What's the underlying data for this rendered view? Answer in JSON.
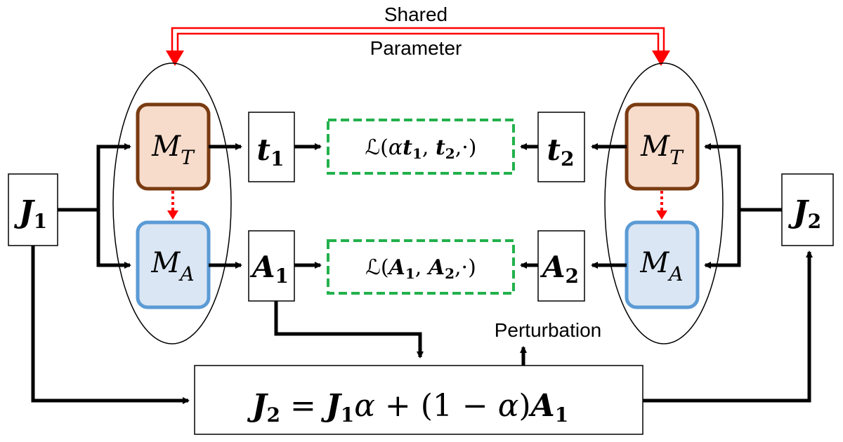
{
  "top_label": {
    "line1": "Shared",
    "line2": "Parameter"
  },
  "inputs": {
    "j1": {
      "base": "J",
      "sub": "1"
    },
    "j2": {
      "base": "J",
      "sub": "2"
    }
  },
  "models": {
    "mt_left": {
      "base": "M",
      "sub": "T"
    },
    "ma_left": {
      "base": "M",
      "sub": "A"
    },
    "mt_right": {
      "base": "M",
      "sub": "T"
    },
    "ma_right": {
      "base": "M",
      "sub": "A"
    }
  },
  "outputs": {
    "t1": {
      "base": "t",
      "sub": "1"
    },
    "t2": {
      "base": "t",
      "sub": "2"
    },
    "a1": {
      "base": "A",
      "sub": "1"
    },
    "a2": {
      "base": "A",
      "sub": "2"
    }
  },
  "losses": {
    "loss_t": {
      "script": "ℒ",
      "open": "(",
      "alpha": "α",
      "t1": "t",
      "t1_sub": "1",
      "comma1": ", ",
      "t2": "t",
      "t2_sub": "2",
      "rest": ",·)"
    },
    "loss_a": {
      "script": "ℒ",
      "open": "(",
      "a1": "A",
      "a1_sub": "1",
      "comma1": ", ",
      "a2": "A",
      "a2_sub": "2",
      "rest": ",·)"
    }
  },
  "perturbation_label": "Perturbation",
  "equation": {
    "lhs": "J",
    "lhs_sub": "2",
    "eq": " = ",
    "j1": "J",
    "j1_sub": "1",
    "alpha1": "α",
    "plus": " + (1 − ",
    "alpha2": "α",
    "close": ")",
    "a1": "A",
    "a1_sub": "1"
  },
  "colors": {
    "mt_fill": "#f7dccb",
    "mt_stroke": "#7a3b12",
    "ma_fill": "#dae6f3",
    "ma_stroke": "#5b9bd5",
    "shared_arrow": "#ff0000",
    "loss_stroke": "#22b14c"
  }
}
